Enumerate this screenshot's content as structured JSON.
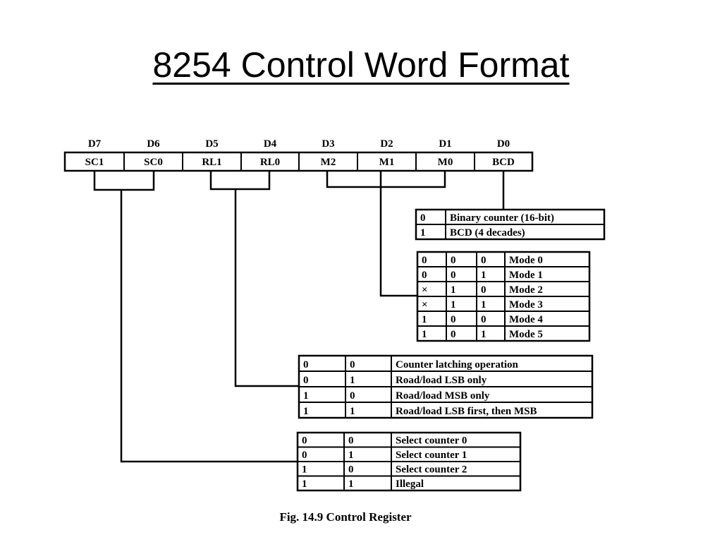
{
  "slide": {
    "title": "8254 Control Word Format"
  },
  "register": {
    "bits": [
      "D7",
      "D6",
      "D5",
      "D4",
      "D3",
      "D2",
      "D1",
      "D0"
    ],
    "fields": [
      "SC1",
      "SC0",
      "RL1",
      "RL0",
      "M2",
      "M1",
      "M0",
      "BCD"
    ]
  },
  "bcd_table": [
    [
      "0",
      "Binary counter (16-bit)"
    ],
    [
      "1",
      "BCD (4 decades)"
    ]
  ],
  "mode_table": [
    [
      "0",
      "0",
      "0",
      "Mode 0"
    ],
    [
      "0",
      "0",
      "1",
      "Mode 1"
    ],
    [
      "×",
      "1",
      "0",
      "Mode 2"
    ],
    [
      "×",
      "1",
      "1",
      "Mode 3"
    ],
    [
      "1",
      "0",
      "0",
      "Mode 4"
    ],
    [
      "1",
      "0",
      "1",
      "Mode 5"
    ]
  ],
  "rl_table": [
    [
      "0",
      "0",
      "Counter latching operation"
    ],
    [
      "0",
      "1",
      "Road/load LSB only"
    ],
    [
      "1",
      "0",
      "Road/load MSB only"
    ],
    [
      "1",
      "1",
      "Road/load LSB first, then MSB"
    ]
  ],
  "sc_table": [
    [
      "0",
      "0",
      "Select counter 0"
    ],
    [
      "0",
      "1",
      "Select counter 1"
    ],
    [
      "1",
      "0",
      "Select counter 2"
    ],
    [
      "1",
      "1",
      "Illegal"
    ]
  ],
  "caption": "Fig. 14.9 Control Register"
}
